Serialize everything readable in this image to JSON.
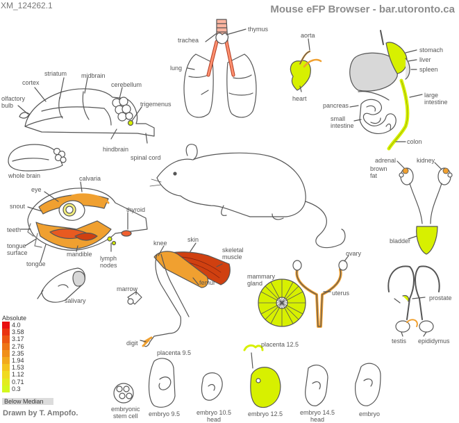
{
  "gene_id": "XM_124262.1",
  "header": "Mouse eFP Browser - bar.utoronto.ca",
  "credit": "Drawn by T. Ampofo.",
  "colors": {
    "outline": "#555555",
    "tissue_fill": "#ffffff",
    "accent_yellow": "#d7f000",
    "accent_orange": "#f0a030",
    "accent_red": "#d04010",
    "tissue_gray": "#d8d8d8",
    "below_median": "#dcdcdc"
  },
  "labels": {
    "olfactory_bulb": "olfactory\nbulb",
    "cortex": "cortex",
    "striatum": "striatum",
    "midbrain": "midbrain",
    "cerebellum": "cerebellum",
    "trigemenus": "trigemenus",
    "hindbrain": "hindbrain",
    "spinal_cord": "spinal cord",
    "whole_brain": "whole brain",
    "trachea": "trachea",
    "thymus": "thymus",
    "lung": "lung",
    "aorta": "aorta",
    "heart": "heart",
    "stomach": "stomach",
    "liver": "liver",
    "spleen": "spleen",
    "pancreas": "pancreas",
    "small_intestine": "small\nintestine",
    "large_intestine": "large\nintestine",
    "colon": "colon",
    "adrenal": "adrenal",
    "kidney": "kidney",
    "brown_fat": "brown\nfat",
    "bladder": "bladder",
    "calvaria": "calvaria",
    "eye": "eye",
    "snout": "snout",
    "teeth": "teeth",
    "thyroid": "thyroid",
    "tongue_surface": "tongue\nsurface",
    "tongue": "tongue",
    "mandible": "mandible",
    "lymph_nodes": "lymph\nnodes",
    "salivary": "salivary",
    "marrow": "marrow",
    "knee": "knee",
    "skin": "skin",
    "skeletal_muscle": "skeletal\nmuscle",
    "femur": "femur",
    "digit": "digit",
    "mammary_gland": "mammary\ngland",
    "ovary": "ovary",
    "uterus": "uterus",
    "prostate": "prostate",
    "testis": "testis",
    "epididymus": "epididymus",
    "placenta_9_5": "placenta 9.5",
    "placenta_12_5": "placenta 12.5",
    "embryonic_stem_cell": "embryonic\nstem cell",
    "embryo_9_5": "embryo 9.5",
    "embryo_10_5_head": "embryo 10.5\nhead",
    "embryo_12_5": "embryo 12.5",
    "embryo_14_5_head": "embryo 14.5\nhead",
    "embryo": "embryo"
  },
  "legend": {
    "title": "Absolute",
    "entries": [
      {
        "value": "4.0",
        "color": "#e81010"
      },
      {
        "value": "3.58",
        "color": "#ea3410"
      },
      {
        "value": "3.17",
        "color": "#ec5612"
      },
      {
        "value": "2.76",
        "color": "#ee7416"
      },
      {
        "value": "2.35",
        "color": "#f09018"
      },
      {
        "value": "1.94",
        "color": "#f2aa1c"
      },
      {
        "value": "1.53",
        "color": "#f4c41e"
      },
      {
        "value": "1.12",
        "color": "#f0da20"
      },
      {
        "value": "0.71",
        "color": "#e2ec20"
      },
      {
        "value": "0.3",
        "color": "#d4f81e"
      }
    ],
    "below_median": "Below Median"
  }
}
